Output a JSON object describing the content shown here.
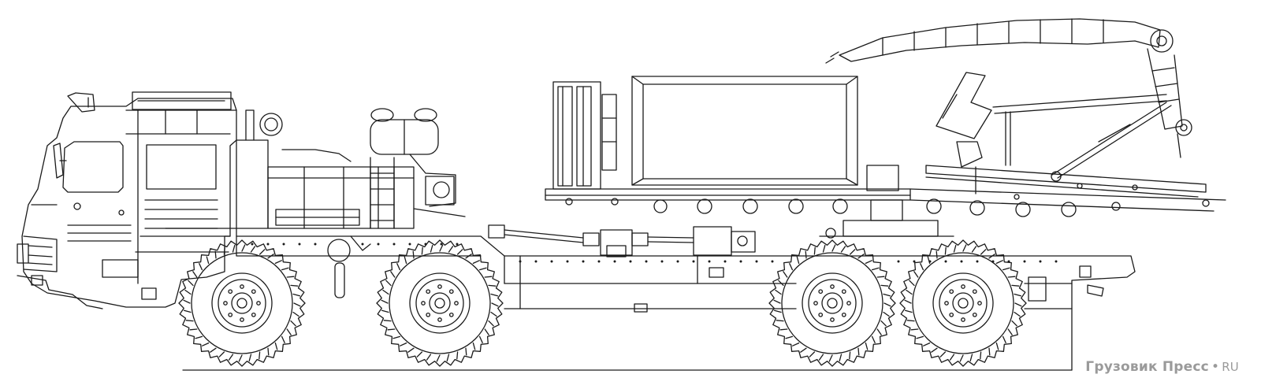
{
  "watermark": {
    "brand": "Грузовик Пресс",
    "separator": "•",
    "domain": "RU"
  },
  "drawing": {
    "stroke_color": "#1a1a1a",
    "background": "#ffffff",
    "wheel_count": 4
  }
}
